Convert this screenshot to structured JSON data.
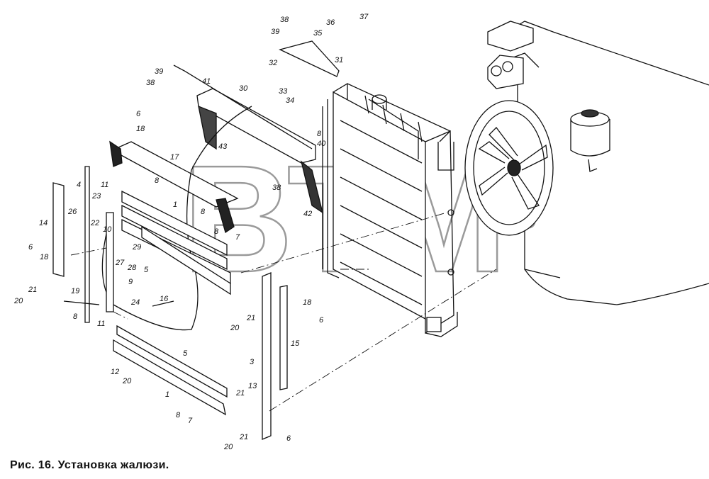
{
  "figure": {
    "caption": "Рис. 16. Установка жалюзи."
  },
  "watermark": {
    "text": "ВТМ",
    "registered_symbol": "®",
    "color": "#9a9a9a"
  },
  "callouts": [
    "38",
    "39",
    "36",
    "37",
    "35",
    "32",
    "31",
    "39",
    "38",
    "41",
    "30",
    "33",
    "34",
    "6",
    "18",
    "43",
    "8",
    "40",
    "17",
    "8",
    "38",
    "11",
    "4",
    "23",
    "1",
    "8",
    "42",
    "14",
    "26",
    "22",
    "10",
    "8",
    "7",
    "29",
    "6",
    "18",
    "5",
    "27",
    "28",
    "9",
    "21",
    "20",
    "19",
    "24",
    "16",
    "8",
    "11",
    "18",
    "21",
    "6",
    "20",
    "15",
    "5",
    "3",
    "12",
    "13",
    "21",
    "20",
    "1",
    "8",
    "7",
    "21",
    "20",
    "6"
  ],
  "colors": {
    "line": "#111111",
    "background": "#ffffff"
  }
}
